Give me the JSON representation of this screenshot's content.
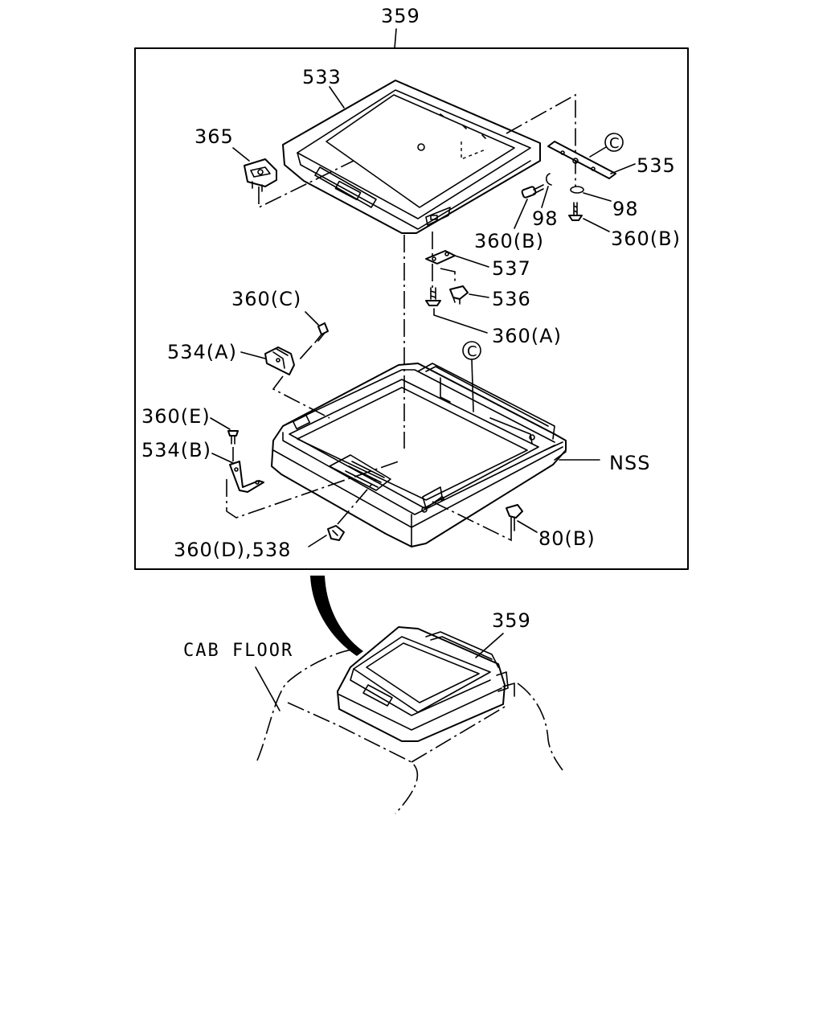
{
  "callouts": {
    "assembly": "359",
    "overhead_console_cover": "533",
    "latch": "365",
    "ref_c_upper": "C",
    "bracket": "535",
    "washer_left": "98",
    "washer_right": "98",
    "screw_b_left": "360(B)",
    "screw_b_right": "360(B)",
    "bracket_537": "537",
    "clip_536": "536",
    "screw_a": "360(A)",
    "screw_c": "360(C)",
    "hinge_a": "534(A)",
    "ref_c_lower": "C",
    "screw_e": "360(E)",
    "hinge_b": "534(B)",
    "nss": "NSS",
    "screw_d_538": "360(D),538",
    "clip_80b": "80(B)",
    "assembly_location": "359",
    "cab_floor": "CAB FLOOR"
  }
}
